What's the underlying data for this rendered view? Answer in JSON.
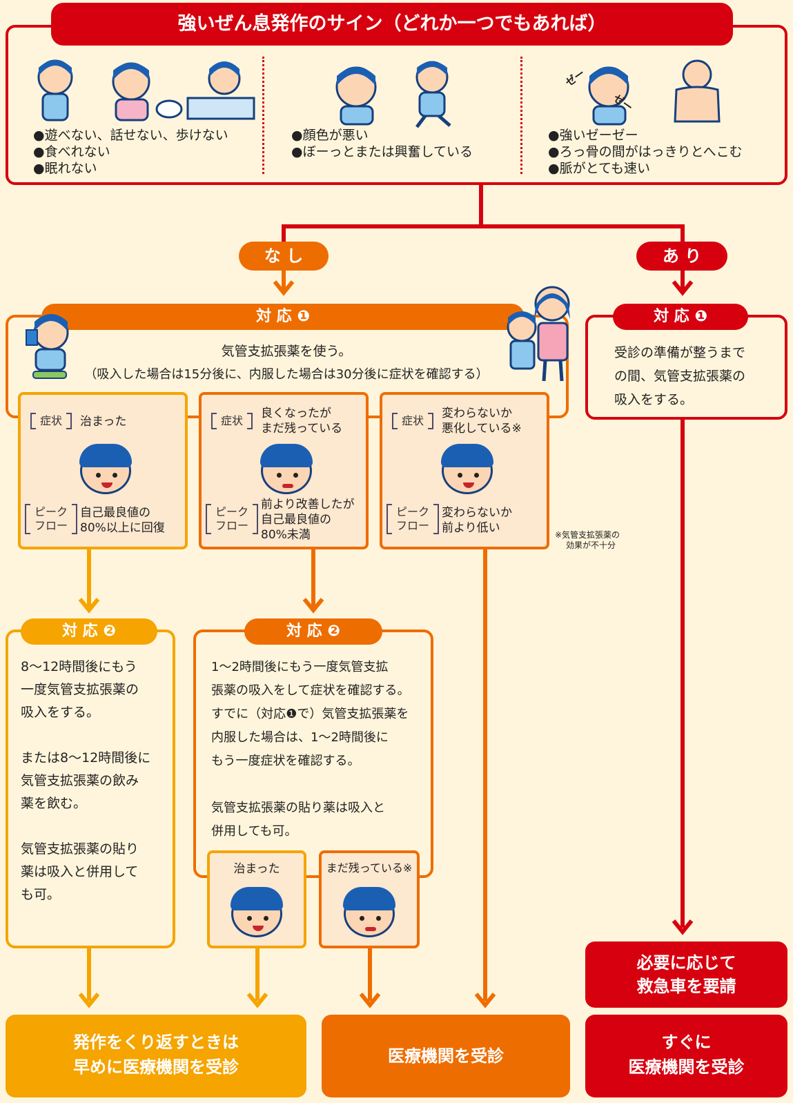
{
  "header": {
    "title": "強いぜん息発作のサイン（どれか一つでもあれば）"
  },
  "signs": {
    "col1": [
      "●遊べない、話せない、歩けない",
      "●食べれない",
      "●眠れない"
    ],
    "col2": [
      "●顔色が悪い",
      "●ぼーっとまたは興奮している"
    ],
    "col3": [
      "●強いゼーゼー",
      "●ろっ骨の間がはっきりとへこむ",
      "●脈がとても速い"
    ],
    "zee1": "ゼー",
    "zee2": "ゼー"
  },
  "branch": {
    "nashi": "な し",
    "ari": "あ り"
  },
  "nashi_step1": {
    "title": "対 応 ❶",
    "line1": "気管支拡張薬を使う。",
    "line2": "（吸入した場合は15分後に、内服した場合は30分後に症状を確認する）"
  },
  "ari_step1": {
    "title": "対 応 ❶",
    "lines": [
      "受診の準備が整うまで",
      "の間、気管支拡張薬の",
      "吸入をする。"
    ]
  },
  "cases": [
    {
      "sym_label": "症状",
      "sym_text": [
        "治まった"
      ],
      "pf_label": [
        "ピーク",
        "フロー"
      ],
      "pf_text": [
        "自己最良値の",
        "80%以上に回復"
      ]
    },
    {
      "sym_label": "症状",
      "sym_text": [
        "良くなったが",
        "まだ残っている"
      ],
      "pf_label": [
        "ピーク",
        "フロー"
      ],
      "pf_text": [
        "前より改善したが",
        "自己最良値の",
        "80%未満"
      ]
    },
    {
      "sym_label": "症状",
      "sym_text": [
        "変わらないか",
        "悪化している※"
      ],
      "pf_label": [
        "ピーク",
        "フロー"
      ],
      "pf_text": [
        "変わらないか",
        "前より低い"
      ]
    }
  ],
  "note": [
    "※気管支拡張薬の",
    "効果が不十分"
  ],
  "step2_left": {
    "title": "対 応 ❷",
    "lines": [
      "8～12時間後にもう",
      "一度気管支拡張薬の",
      "吸入をする。",
      "",
      "または8～12時間後に",
      "気管支拡張薬の飲み",
      "薬を飲む。",
      "",
      "気管支拡張薬の貼り",
      "薬は吸入と併用して",
      "も可。"
    ]
  },
  "step2_mid": {
    "title": "対 応 ❷",
    "lines": [
      "1～2時間後にもう一度気管支拡",
      "張薬の吸入をして症状を確認する。",
      "すでに（対応❶で）気管支拡張薬を",
      "内服した場合は、1～2時間後に",
      "もう一度症状を確認する。",
      "",
      "気管支拡張薬の貼り薬は吸入と",
      "併用しても可。"
    ],
    "sub_ok": "治まった",
    "sub_remain": "まだ残っている※"
  },
  "outcomes": {
    "left": [
      "発作をくり返すときは",
      "早めに医療機関を受診"
    ],
    "mid": [
      "医療機関を受診"
    ],
    "ambulance": [
      "必要に応じて",
      "救急車を要請"
    ],
    "right": [
      "すぐに",
      "医療機関を受診"
    ]
  },
  "colors": {
    "red": "#d7000f",
    "orange": "#ee6d00",
    "yellow": "#f5a400",
    "cream": "#fff5dc",
    "peach": "#fde8d0"
  }
}
